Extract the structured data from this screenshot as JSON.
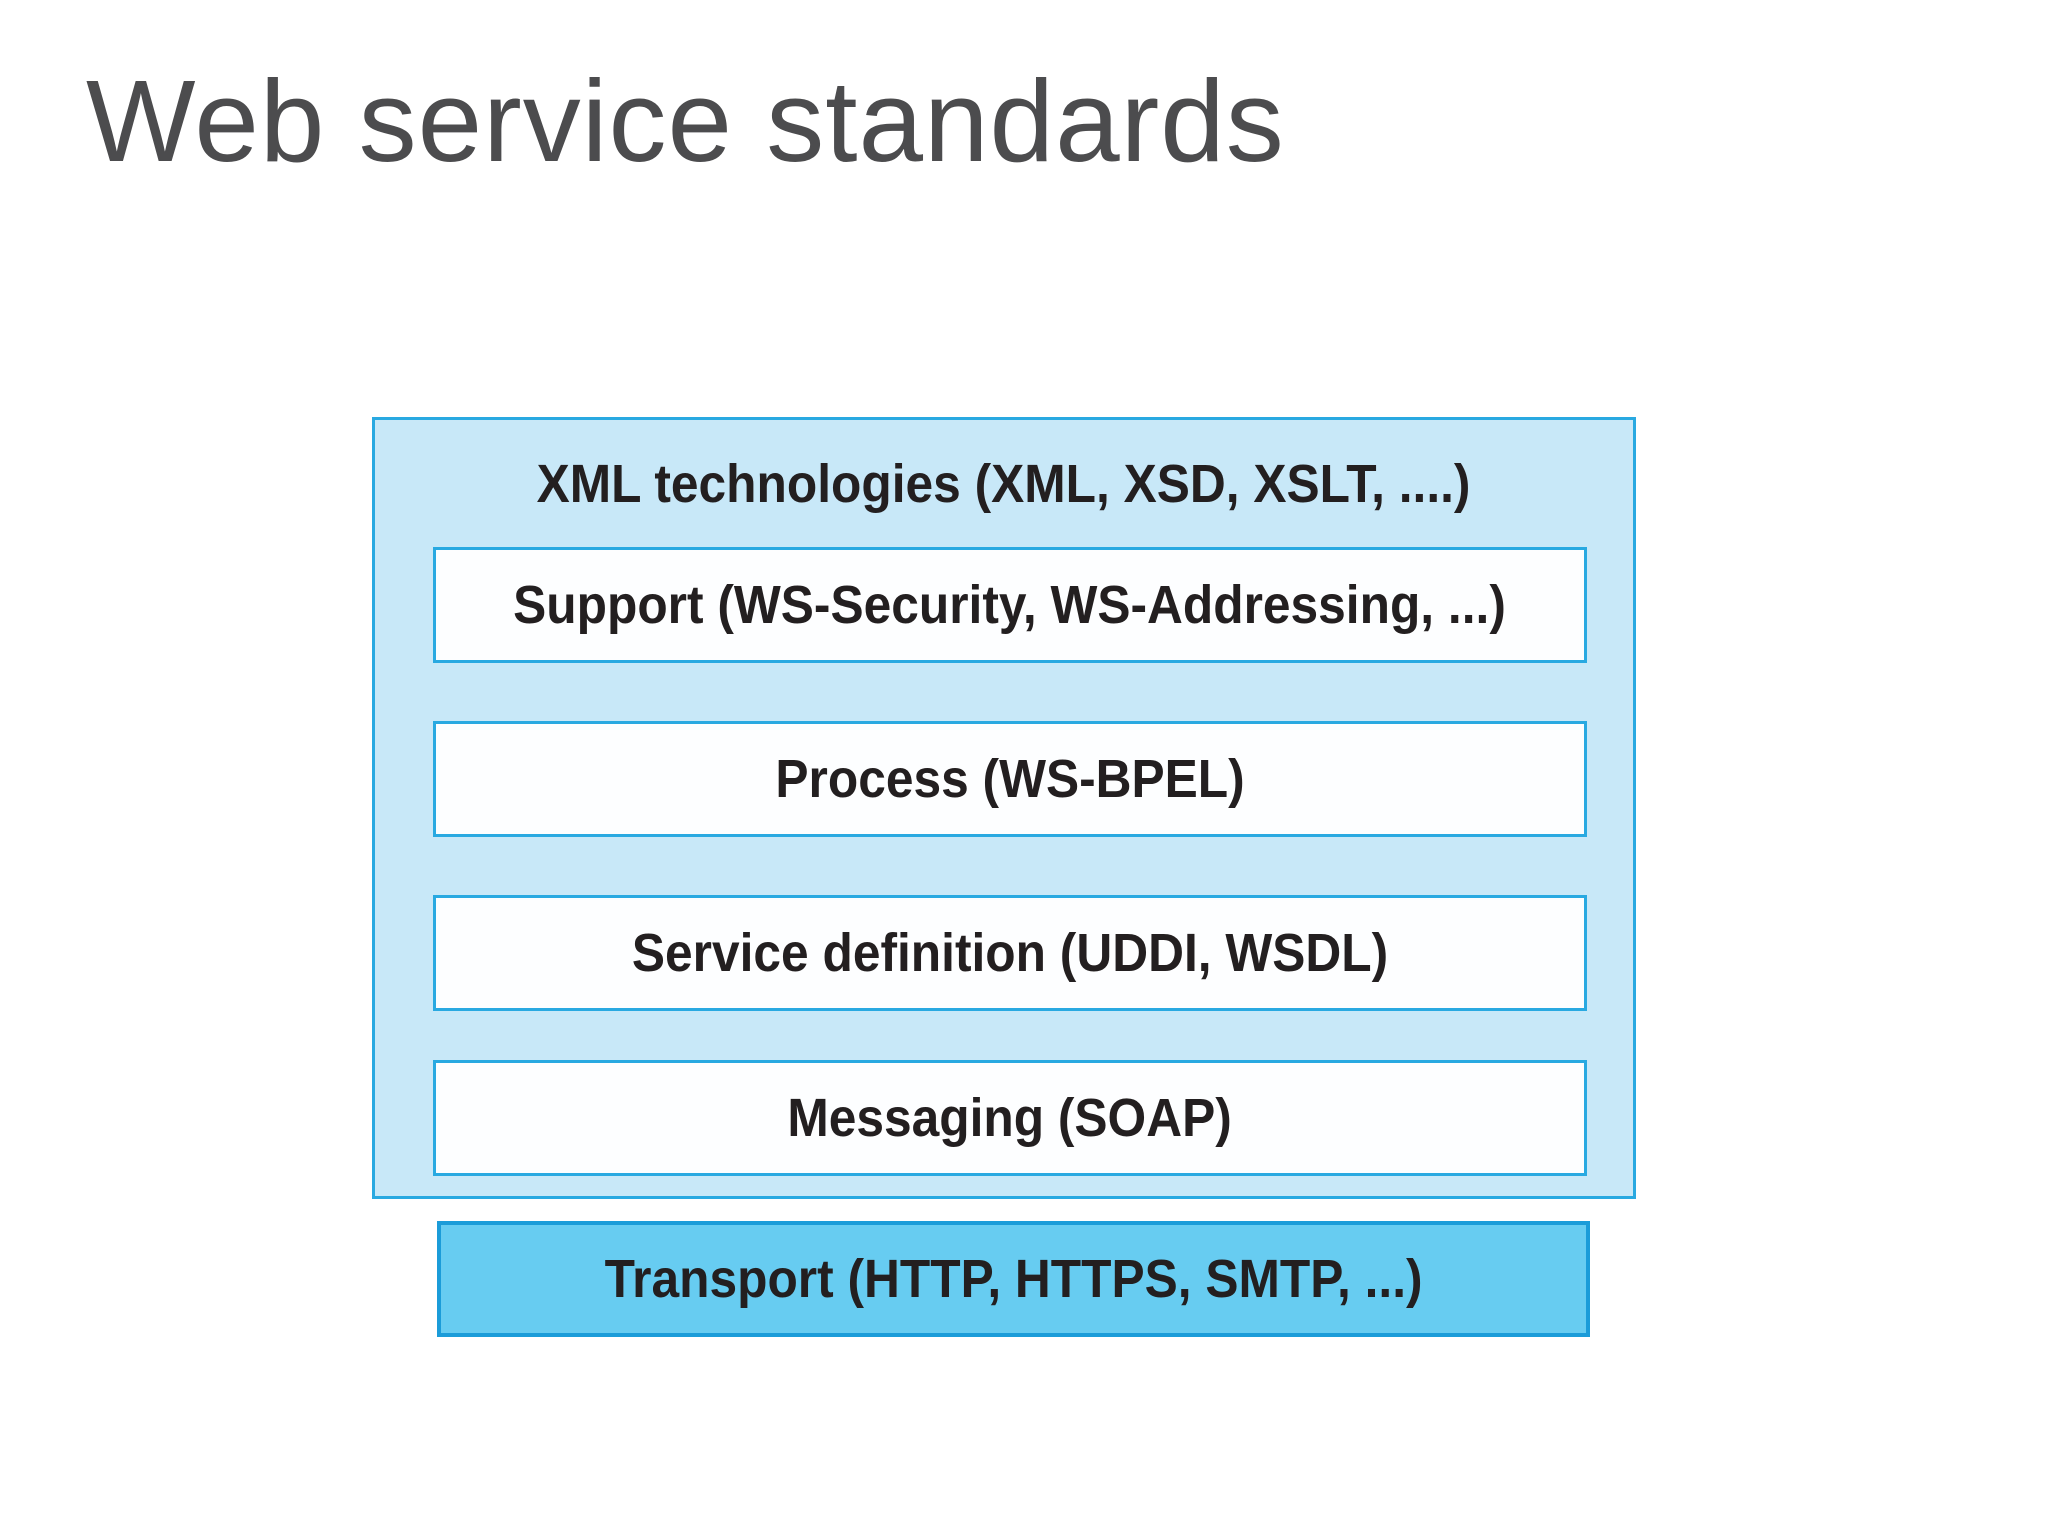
{
  "page": {
    "background": "#ffffff"
  },
  "title": "Web service standards",
  "colors": {
    "title_text": "#4c4c4e",
    "label_text": "#231f20",
    "outer_box_fill": "#c8e8f8",
    "outer_box_border": "#29a9e1",
    "layer_fill": "#fdfeff",
    "layer_border": "#29a9e1",
    "transport_fill": "#67ccf1",
    "transport_border": "#1b9cd9"
  },
  "diagram": {
    "outer_box": {
      "label": "XML technologies (XML, XSD, XSLT, ....)"
    },
    "layers": [
      {
        "label": "Support (WS-Security, WS-Addressing, ...)"
      },
      {
        "label": "Process (WS-BPEL)"
      },
      {
        "label": "Service definition (UDDI, WSDL)"
      },
      {
        "label": "Messaging (SOAP)"
      }
    ],
    "transport_box": {
      "label": "Transport (HTTP, HTTPS, SMTP, ...)"
    }
  }
}
